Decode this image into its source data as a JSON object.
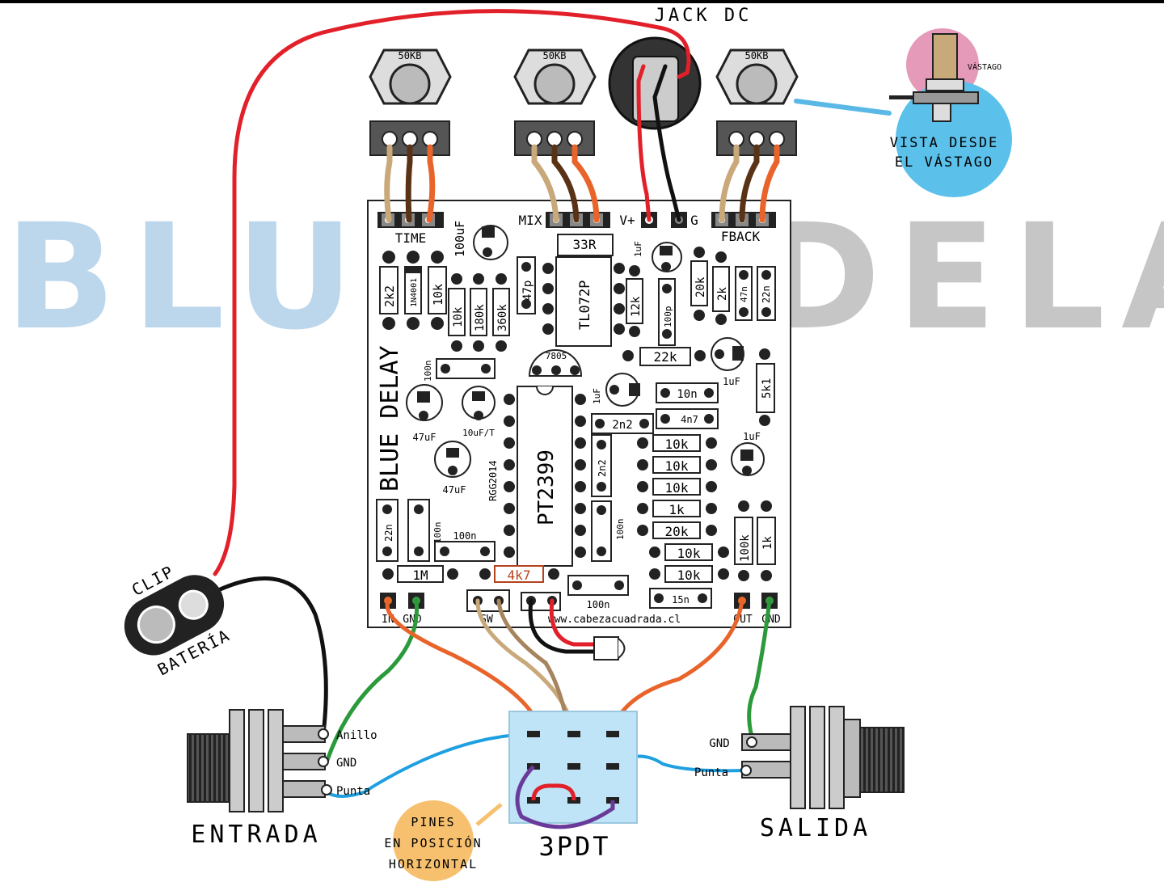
{
  "title_watermark": {
    "left": "BLUE",
    "right": "DELAY",
    "colors": {
      "left": "#bcd6ec",
      "right": "#c6c6c6"
    }
  },
  "labels": {
    "jack_dc": "JACK DC",
    "vista": "VISTA DESDE",
    "vista2": "EL VÁSTAGO",
    "vastago": "VÁSTAGO",
    "clip": "CLIP",
    "bateria": "BATERÍA",
    "entrada": "ENTRADA",
    "salida": "SALIDA",
    "dpdt": "3PDT",
    "pines1": "PINES",
    "pines2": "EN POSICIÓN",
    "pines3": "HORIZONTAL",
    "anillo": "Anillo",
    "gnd_in": "GND",
    "punta_in": "Punta",
    "gnd_out": "GND",
    "punta_out": "Punta"
  },
  "pots": [
    {
      "value": "50KB",
      "label": "TIME"
    },
    {
      "value": "50KB",
      "label": "MIX"
    },
    {
      "value": "50KB",
      "label": "FBACK"
    }
  ],
  "pcb": {
    "vertical_title": "BLUE DELAY",
    "rgg": "RGG2014",
    "url": "www.cabezacuadrada.cl",
    "pads": {
      "vplus": "V+",
      "g": "G",
      "in": "IN",
      "gnd": "GND",
      "sw": "SW",
      "out": "OUT",
      "gnd2": "GND"
    },
    "ic1": "TL072P",
    "ic2": "PT2399",
    "reg": "7805",
    "components": {
      "r2k2": "2k2",
      "d1": "1N4001",
      "r10k_a": "10k",
      "r10k_b": "10k",
      "r180k": "180k",
      "r360k": "360k",
      "c47p": "47p",
      "c100u": "100uF",
      "r33r": "33R",
      "c1u_a": "1uF",
      "r12k": "12k",
      "c100p": "100p",
      "r20k_a": "20k",
      "r2k": "2k",
      "c47n": "47n",
      "c22n_a": "22n",
      "r22k": "22k",
      "c1u_b": "1uF",
      "r5k1": "5k1",
      "c100n_a": "100n",
      "c47u_a": "47uF",
      "c10u": "10uF/T",
      "c47u_b": "47uF",
      "c1u_c": "1uF",
      "c10n": "10n",
      "c2n2_a": "2n2",
      "c4n7": "4n7",
      "c2n2_b": "2n2",
      "c1u_d": "1uF",
      "r10k_c": "10k",
      "r10k_d": "10k",
      "r10k_e": "10k",
      "r1k_a": "1k",
      "r20k_b": "20k",
      "r10k_f": "10k",
      "r10k_g": "10k",
      "c100n_b": "100n",
      "r100k": "100k",
      "r1k_b": "1k",
      "c22n_b": "22n",
      "c100n_c": "100n",
      "c100n_d": "100n",
      "r1m": "1M",
      "r4k7": "4k7",
      "c100n_e": "100n",
      "c15n": "15n"
    }
  }
}
